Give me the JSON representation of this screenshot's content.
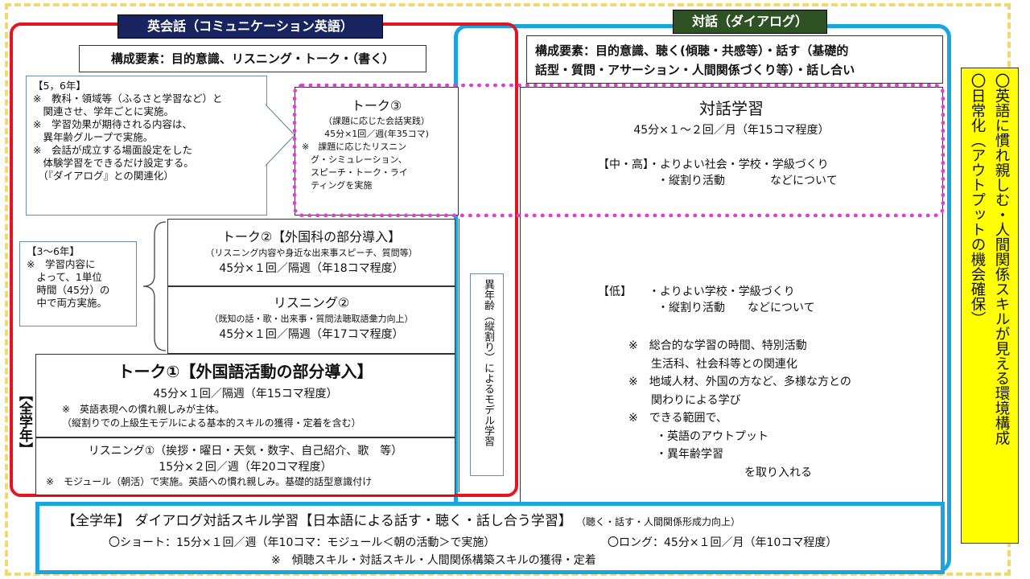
{
  "english": {
    "title": "英会話（コミュニケーション英語）",
    "elements": "構成要素：目的意識、リスニング・トーク・（書く）",
    "note56": {
      "lines": [
        "【5，6年】",
        "※　教科・領域等（ふるさと学習など）と",
        "　関連させ、学年ごとに実施。",
        "※　学習効果が期待される内容は、",
        "　異年齢グループで実施。",
        "※　会話が成立する場面設定をした",
        "　体験学習をできるだけ設定する。",
        "　（『ダイアログ』との関連化）"
      ]
    },
    "talk3": {
      "title": "トーク③",
      "lines": [
        "（課題に応じた会話実践）",
        "45分×1回／週(年35コマ)",
        "※　課題に応じたリスニン",
        "　グ・シミュレーション、",
        "　スピーチ・トーク・ライ",
        "　ティングを実施"
      ]
    },
    "note36": {
      "lines": [
        "【3～6年】",
        "※　学習内容に",
        "　よって、1単位",
        "　時間（45分）の",
        "　中で両方実施。"
      ]
    },
    "talk2": {
      "title": "トーク②【外国科の部分導入】",
      "sub": "（リスニング内容や身近な出来事スピーチ、質問等）",
      "time": "45分×１回／隔週（年18コマ程度）"
    },
    "listening2": {
      "title": "リスニング②",
      "sub": "（既知の話・歌・出来事・質問法聴取語彙力向上）",
      "time": "45分×１回／隔週（年17コマ程度）"
    },
    "talk1": {
      "title": "トーク①【外国語活動の部分導入】",
      "time": "45分×１回／隔週（年15コマ程度）",
      "lines": [
        "※　英語表現への慣れ親しみが主体。",
        "（縦割りでの上級生モデルによる基本的スキルの獲得・定着を含む）"
      ]
    },
    "listening1": {
      "title": "リスニング①（挨拶・曜日・天気・数字、自己紹介、歌　等）",
      "time": "15分×２回／週（年20コマ程度）",
      "note": "※　モジュール（朝活）で実施。英語への慣れ親しみ。基礎的話型意識付け"
    },
    "zengakunen": "【全学年】",
    "model": "異年齢（縦割り）によるモデル学習"
  },
  "dialogue": {
    "title": "対話（ダイアログ）",
    "elements": [
      "構成要素：目的意識、聴く(傾聴・共感等）・話す（基礎的",
      "話型・質問・アサーション・人間関係づくり等）・話し合い"
    ],
    "study_title": "対話学習",
    "study_time": "45分×１～２回／月（年15コマ程度）",
    "high": [
      "【中・高】・よりよい社会・学校・学級づくり",
      "・縦割り活動　　　　などについて"
    ],
    "low": [
      "【低】　　・よりよい学校・学級づくり",
      "・縦割り活動　　などについて"
    ],
    "notes": [
      "※　総合的な学習の時間、特別活動",
      "生活科、社会科等との関連化",
      "※　地域人材、外国の方など、多様な方との",
      "関わりによる学び",
      "※　できる範囲で、",
      "・英語のアウトプット",
      "・異年齢学習",
      "を取り入れる"
    ]
  },
  "bottom": {
    "title": "【全学年】 ダイアログ対話スキル学習【日本語による話す・聴く・話し合う学習】",
    "title_sub": "（聴く・話す・人間関係形成力向上）",
    "short": "〇ショート：15分×１回／週（年10コマ：モジュール＜朝の活動＞で実施）",
    "long": "〇ロング：45分×１回／月（年10コマ程度）",
    "note": "※　傾聴スキル・対話スキル・人間関係構築スキルの獲得・定着"
  },
  "side": {
    "lines": [
      "〇英語に慣れ親しむ・人間関係スキルが見える環境構成",
      "〇日常化（アウトプットの機会確保）"
    ]
  },
  "colors": {
    "navy_tag": "#17245f",
    "green_tag": "#2f5225",
    "red": "#e5141f",
    "blue": "#1aa5e0",
    "magenta": "#e03fd0",
    "yellow": "#ffff00"
  }
}
